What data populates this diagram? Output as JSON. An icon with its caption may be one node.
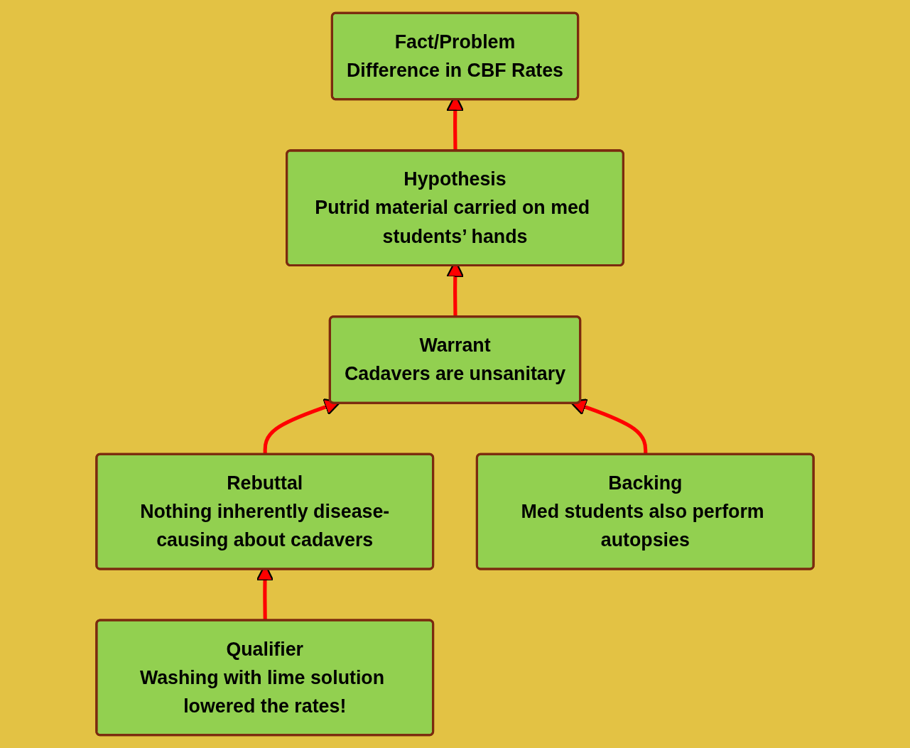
{
  "diagram": {
    "nodes": [
      {
        "text": [
          "Fact/Problem",
          "Difference in CBF Rates"
        ]
      },
      {
        "text": [
          "Qualifier",
          "Washing with lime solution lowered the rates!"
        ]
      },
      {
        "text": [
          "Hypothesis",
          "Putrid material carried on med students’ hands"
        ]
      },
      {
        "text": [
          "Rebuttal",
          "Nothing inherently disease-causing about cadavers"
        ]
      },
      {
        "text": [
          "Warrant",
          "Cadavers are unsanitary"
        ]
      },
      {
        "text": [
          "Backing",
          "Med students also perform autopsies"
        ]
      }
    ],
    "edges": [
      {
        "from": 1,
        "to": 3,
        "arrow": "to"
      },
      {
        "from": 3,
        "to": 4,
        "arrow": "to"
      },
      {
        "from": 5,
        "to": 4,
        "arrow": "to"
      },
      {
        "from": 4,
        "to": 2,
        "arrow": "to"
      },
      {
        "from": 2,
        "to": 0,
        "arrow": "to"
      }
    ]
  }
}
